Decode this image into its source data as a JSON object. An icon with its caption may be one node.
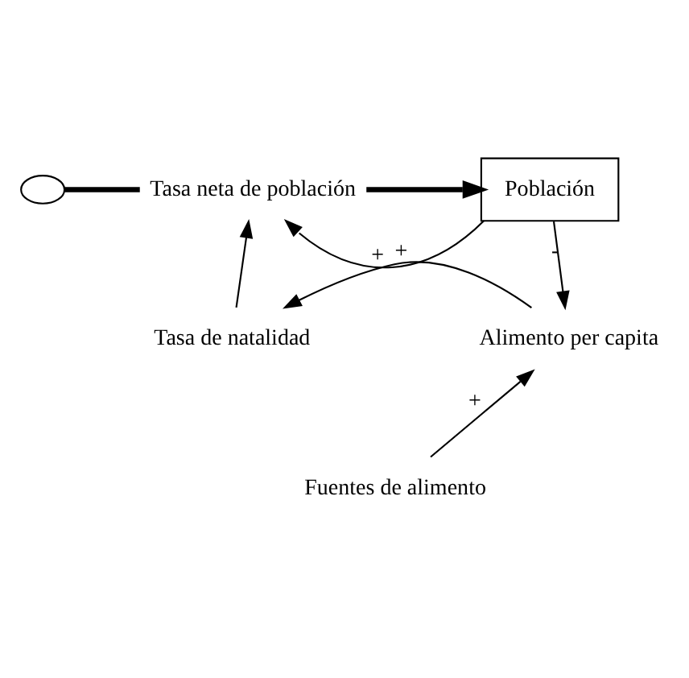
{
  "diagram": {
    "nodes": [
      {
        "text": [],
        "shape": "cloud"
      },
      {
        "text": [
          "Tasa neta de población"
        ]
      },
      {
        "text": [
          "Población"
        ]
      },
      {
        "text": [
          "Tasa de natalidad"
        ]
      },
      {
        "text": [
          "Alimento per capita"
        ]
      },
      {
        "text": [
          "Fuentes de alimento"
        ]
      }
    ],
    "edges": [
      {
        "from": 0,
        "to": 1,
        "arrow": "none",
        "style": "thick"
      },
      {
        "from": 1,
        "to": 2,
        "arrow": "to",
        "style": "thick"
      },
      {
        "from": 2,
        "to": 1,
        "arrow": "to",
        "label": "+"
      },
      {
        "from": 2,
        "to": 4,
        "arrow": "to",
        "label": "-"
      },
      {
        "from": 4,
        "to": 3,
        "arrow": "to",
        "label": "+"
      },
      {
        "from": 3,
        "to": 1,
        "arrow": "to"
      },
      {
        "from": 5,
        "to": 4,
        "arrow": "to",
        "label": "+"
      }
    ]
  }
}
